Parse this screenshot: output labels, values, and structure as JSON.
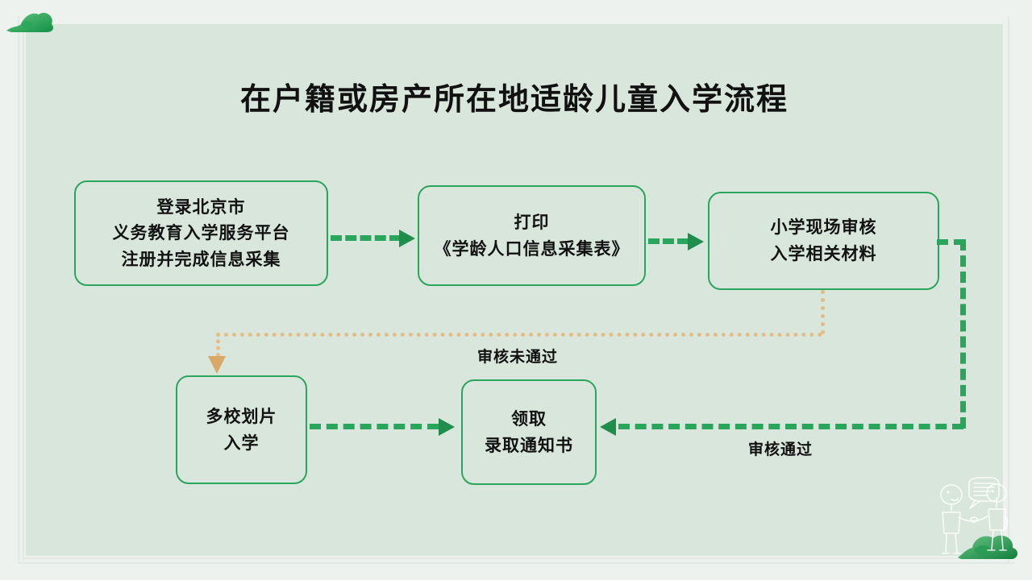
{
  "page": {
    "title": "在户籍或房产所在地适龄儿童入学流程",
    "background_color": "#eef2ef",
    "panel_color": "#d8e6dc",
    "node_border_color": "#2aa55c",
    "flow_green_color": "#2aa55c",
    "flow_tan_color": "#e2bd86",
    "text_color": "#121212"
  },
  "nodes": [
    {
      "id": "register",
      "lines": [
        "登录北京市",
        "义务教育入学服务平台",
        "注册并完成信息采集"
      ]
    },
    {
      "id": "print",
      "lines": [
        "打印",
        "《学龄人口信息采集表》"
      ]
    },
    {
      "id": "review",
      "lines": [
        "小学现场审核",
        "入学相关材料"
      ]
    },
    {
      "id": "multi-school",
      "lines": [
        "多校划片",
        "入学"
      ]
    },
    {
      "id": "notice",
      "lines": [
        "领取",
        "录取通知书"
      ]
    }
  ],
  "edge_labels": {
    "fail": "审核未通过",
    "pass": "审核通过"
  },
  "decorations": {
    "bush_top_left": "bush-icon",
    "bush_bottom_right": "bush-icon",
    "people_handshake": "people-handshake-icon"
  }
}
